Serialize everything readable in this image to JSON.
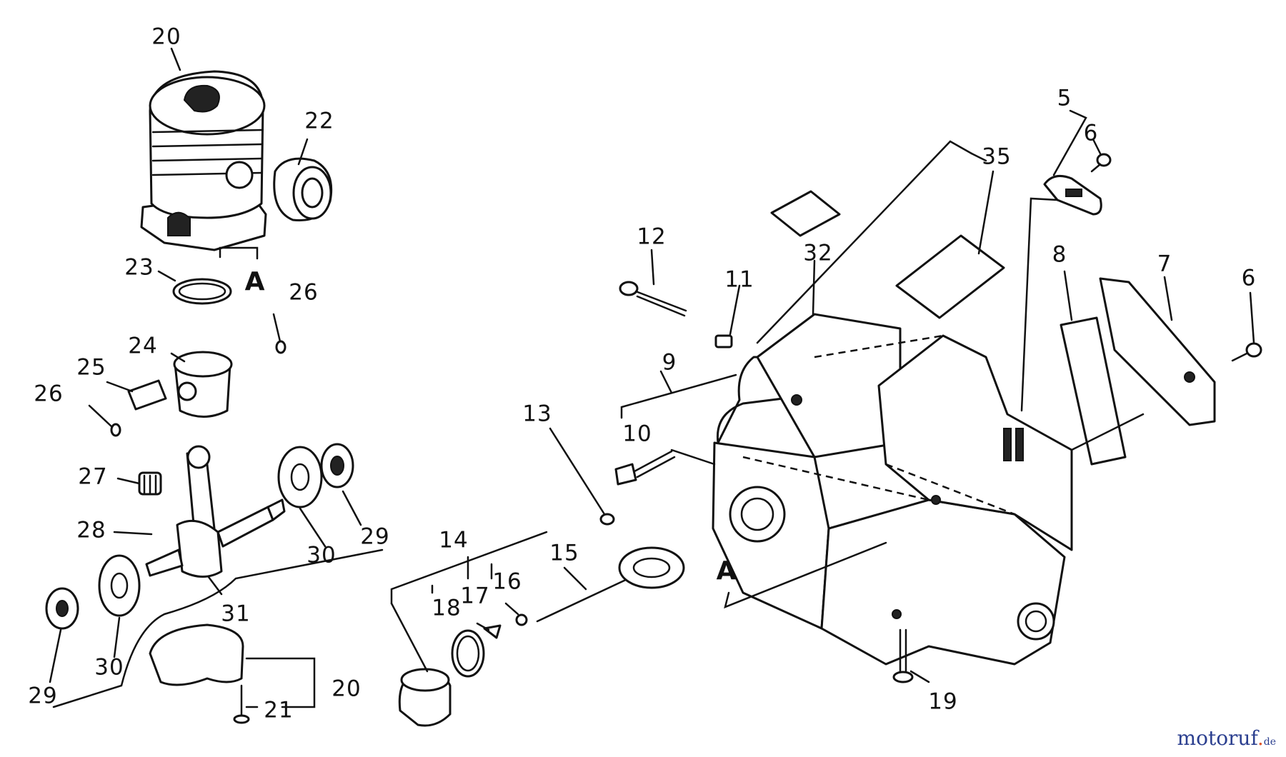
{
  "labels": {
    "l20a": "20",
    "l22": "22",
    "l23": "23",
    "lA1": "A",
    "l26a": "26",
    "l24": "24",
    "l25": "25",
    "l26b": "26",
    "l27": "27",
    "l28": "28",
    "l29a": "29",
    "l30a": "30",
    "l31": "31",
    "l30b": "30",
    "l29b": "29",
    "l20b": "20",
    "l21": "21",
    "l14": "14",
    "l15": "15",
    "l18": "18",
    "l17": "17",
    "l16": "16",
    "l13": "13",
    "l12": "12",
    "l11": "11",
    "l10": "10",
    "l9": "9",
    "l32": "32",
    "l35": "35",
    "l5": "5",
    "l6a": "6",
    "l8": "8",
    "l7": "7",
    "l6b": "6",
    "lA2": "A",
    "l19": "19"
  },
  "watermark": {
    "brand": "motoruf",
    "tld": "de"
  }
}
